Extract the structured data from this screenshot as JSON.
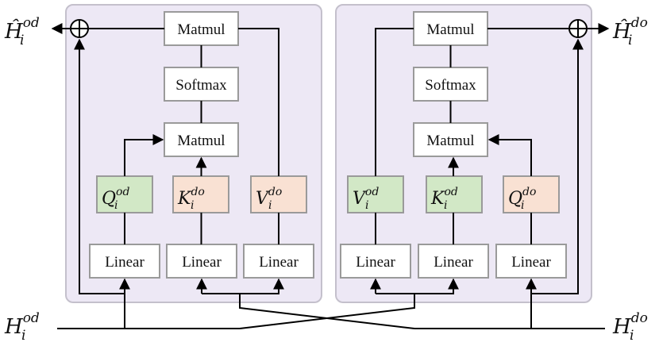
{
  "colors": {
    "panel_fill": "#ede8f5",
    "panel_stroke": "#c4c0cc",
    "box_fill": "#ffffff",
    "box_stroke": "#9a9a9a",
    "query_green": "#d2e8c6",
    "key_peach": "#f9e1d3",
    "line": "#000000"
  },
  "left_block": {
    "matmul_top": "Matmul",
    "softmax": "Softmax",
    "matmul_mid": "Matmul",
    "q": {
      "base": "Q",
      "sup": "od",
      "sub": "i"
    },
    "k": {
      "base": "K",
      "sup": "do",
      "sub": "i"
    },
    "v": {
      "base": "V",
      "sup": "do",
      "sub": "i"
    },
    "linear_1": "Linear",
    "linear_2": "Linear",
    "linear_3": "Linear"
  },
  "right_block": {
    "matmul_top": "Matmul",
    "softmax": "Softmax",
    "matmul_mid": "Matmul",
    "v": {
      "base": "V",
      "sup": "od",
      "sub": "i"
    },
    "k": {
      "base": "K",
      "sup": "od",
      "sub": "i"
    },
    "q": {
      "base": "Q",
      "sup": "do",
      "sub": "i"
    },
    "linear_1": "Linear",
    "linear_2": "Linear",
    "linear_3": "Linear"
  },
  "io": {
    "out_left": {
      "base": "Ĥ",
      "sup": "od",
      "sub": "i"
    },
    "out_right": {
      "base": "Ĥ",
      "sup": "do",
      "sub": "i"
    },
    "in_left": {
      "base": "H",
      "sup": "od",
      "sub": "i"
    },
    "in_right": {
      "base": "H",
      "sup": "do",
      "sub": "i"
    },
    "plus_symbol": "⊕"
  }
}
